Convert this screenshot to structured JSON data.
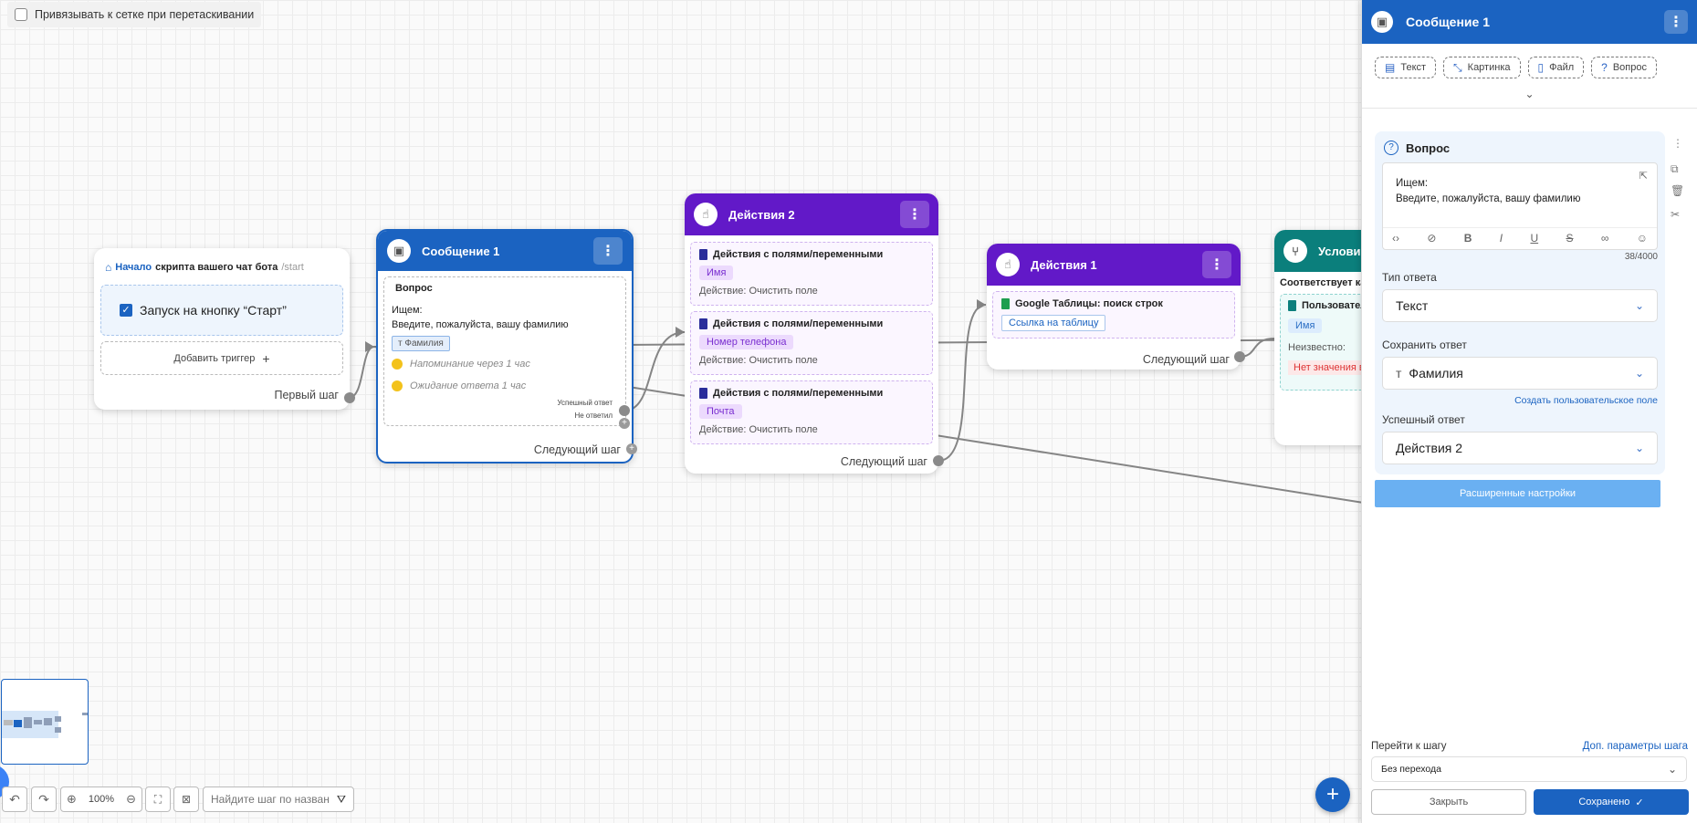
{
  "canvas": {
    "snap_label": "Привязывать к сетке при перетаскивании",
    "start_node": {
      "title_accent": "Начало",
      "title_rest": "скрипта вашего чат бота",
      "command": "/start",
      "trigger_label": "Запуск на кнопку “Старт”",
      "add_trigger": "Добавить триггер",
      "first_step": "Первый шаг"
    },
    "message_node": {
      "title": "Сообщение 1",
      "question_heading": "Вопрос",
      "question_line1": "Ищем:",
      "question_line2": "Введите, пожалуйста, вашу фамилию",
      "field_tag": "Фамилия",
      "reminder": "Напоминание через 1 час",
      "waiting": "Ожидание ответа 1 час",
      "success_label": "Успешный ответ",
      "no_answer_label": "Не ответил",
      "next_step": "Следующий шаг"
    },
    "actions2_node": {
      "title": "Действия 2",
      "items": [
        {
          "title": "Действия с полями/переменными",
          "tag": "Имя",
          "action": "Действие: Очистить поле"
        },
        {
          "title": "Действия с полями/переменными",
          "tag": "Номер телефона",
          "action": "Действие: Очистить поле"
        },
        {
          "title": "Действия с полями/переменными",
          "tag": "Почта",
          "action": "Действие: Очистить поле"
        }
      ],
      "next_step": "Следующий шаг"
    },
    "actions1_node": {
      "title": "Действия 1",
      "item_title": "Google Таблицы: поиск строк",
      "link_label": "Ссылка на таблицу",
      "next_step": "Следующий шаг"
    },
    "condition_node": {
      "title": "Условие",
      "subtitle": "Соответствует кажд",
      "item_title": "Пользовател",
      "tag": "Имя",
      "unknown": "Неизвестно:",
      "no_value": "Нет значения в п"
    }
  },
  "toolbar": {
    "zoom": "100%",
    "search_placeholder": "Найдите шаг по названию"
  },
  "panel": {
    "title": "Сообщение 1",
    "tools": [
      "Текст",
      "Картинка",
      "Файл",
      "Вопрос"
    ],
    "question_title": "Вопрос",
    "text_line1": "Ищем:",
    "text_line2": "Введите, пожалуйста, вашу фамилию",
    "counter": "38/4000",
    "answer_type_label": "Тип ответа",
    "answer_type_value": "Текст",
    "save_answer_label": "Сохранить ответ",
    "save_answer_value": "Фамилия",
    "create_field_link": "Создать пользовательское поле",
    "success_label": "Успешный ответ",
    "success_value": "Действия 2",
    "advanced_button": "Расширенные настройки",
    "goto_label": "Перейти к шагу",
    "extra_params_link": "Доп. параметры шага",
    "goto_value": "Без перехода",
    "close_button": "Закрыть",
    "save_button": "Сохранено"
  }
}
